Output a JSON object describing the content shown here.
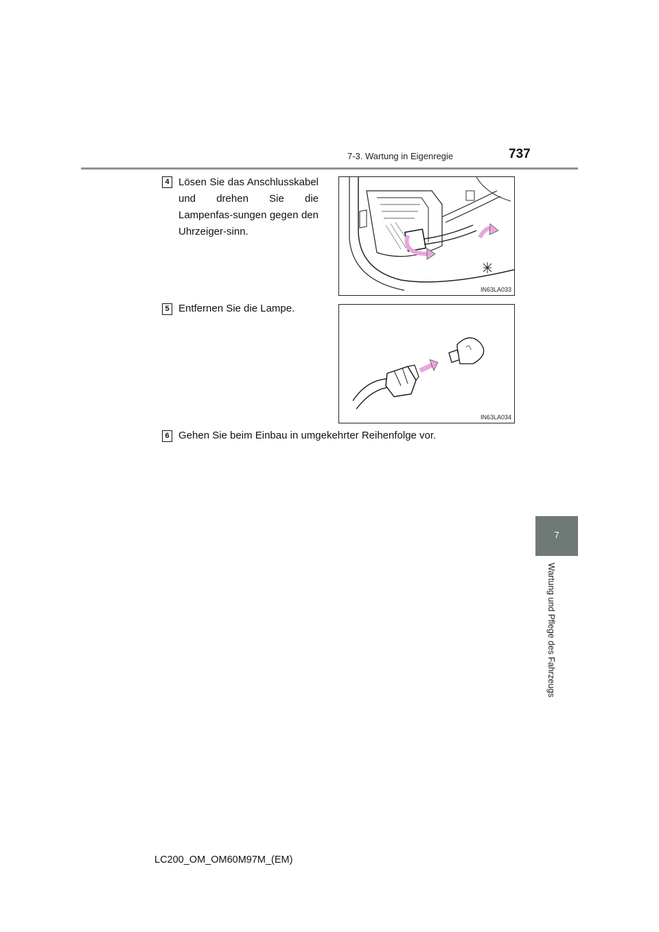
{
  "header": {
    "section": "7-3. Wartung in Eigenregie",
    "page_number": "737"
  },
  "side_tab": {
    "chapter_number": "7",
    "chapter_title": "Wartung und Pflege des Fahrzeugs"
  },
  "steps": [
    {
      "number": "4",
      "text": "Lösen Sie das Anschlusskabel und drehen Sie die Lampenfas-sungen gegen den Uhrzeiger-sinn.",
      "figure_code": "IN63LA033"
    },
    {
      "number": "5",
      "text": "Entfernen Sie die Lampe.",
      "figure_code": "IN63LA034"
    },
    {
      "number": "6",
      "text": "Gehen Sie beim Einbau in umgekehrter Reihenfolge vor."
    }
  ],
  "footer": {
    "doc_code": "LC200_OM_OM60M97M_(EM)"
  },
  "colors": {
    "accent_gray": "#6f7a76",
    "arrow_pink": "#e9a6dd"
  }
}
